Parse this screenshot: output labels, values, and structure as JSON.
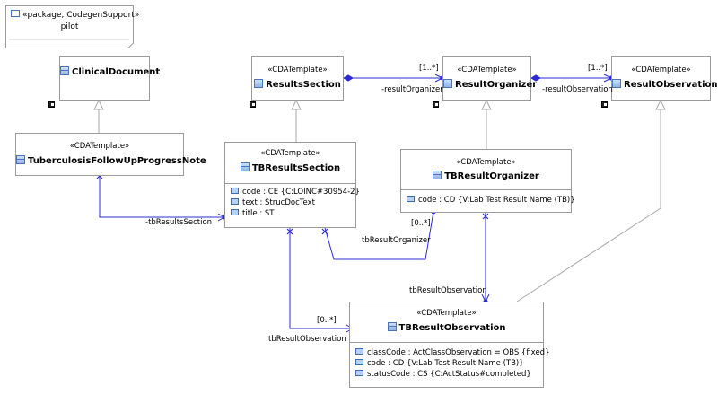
{
  "package_note": {
    "line1": "«package, CodegenSupport»",
    "line2": "pilot"
  },
  "classes": {
    "clinical_document": {
      "name": "ClinicalDocument"
    },
    "results_section": {
      "stereotype": "«CDATemplate»",
      "name": "ResultsSection"
    },
    "result_organizer": {
      "stereotype": "«CDATemplate»",
      "name": "ResultOrganizer"
    },
    "result_observation": {
      "stereotype": "«CDATemplate»",
      "name": "ResultObservation"
    },
    "tb_followup": {
      "stereotype": "«CDATemplate»",
      "name": "TuberculosisFollowUpProgressNote"
    },
    "tb_results_section": {
      "stereotype": "«CDATemplate»",
      "name": "TBResultsSection",
      "attributes": [
        "code : CE {C:LOINC#30954-2}",
        "text : StrucDocText",
        "title : ST"
      ]
    },
    "tb_result_organizer": {
      "stereotype": "«CDATemplate»",
      "name": "TBResultOrganizer",
      "attributes": [
        "code : CD {V:Lab Test Result Name (TB)}"
      ]
    },
    "tb_result_observation": {
      "stereotype": "«CDATemplate»",
      "name": "TBResultObservation",
      "attributes": [
        "classCode : ActClassObservation = OBS {fixed}",
        "code : CD {V:Lab Test Result Name (TB)}",
        "statusCode : CS {C:ActStatus#completed}"
      ]
    }
  },
  "labels": {
    "result_organizer_role": "-resultOrganizer",
    "result_organizer_mult": "[1..*]",
    "result_observation_role": "-resultObservation",
    "result_observation_mult": "[1..*]",
    "tb_results_section_role": "-tbResultsSection",
    "tb_result_organizer_end": "tbResultOrganizer",
    "tb_result_organizer_mult": "[0..*]",
    "tb_result_observation_a": "tbResultObservation",
    "tb_result_observation_b": "tbResultObservation",
    "tb_result_observation_mult": "[0..*]"
  },
  "colors": {
    "association": "#2b2bd4",
    "generalization": "#a8a8a8",
    "border": "#9a9a9a"
  }
}
